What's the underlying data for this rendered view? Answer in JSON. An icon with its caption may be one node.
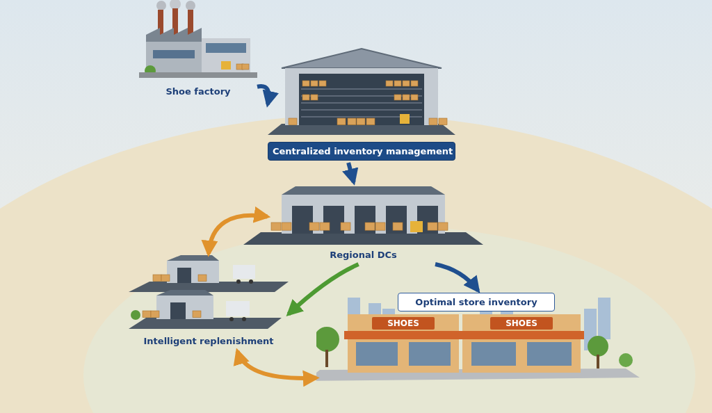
{
  "diagram": {
    "nodes": [
      {
        "text": [
          "Shoe factory"
        ]
      },
      {
        "text": [
          "Centralized inventory management"
        ]
      },
      {
        "text": [
          "Regional DCs"
        ]
      },
      {
        "text": [
          "Intelligent replenishment"
        ]
      },
      {
        "text": [
          "Optimal store inventory"
        ]
      }
    ],
    "edges": [
      {
        "from": 0,
        "to": 1,
        "arrow": "to"
      },
      {
        "from": 1,
        "to": 2,
        "arrow": "to"
      },
      {
        "from": 2,
        "to": 3,
        "arrow": "both",
        "color": "#e0922c"
      },
      {
        "from": 2,
        "to": 4,
        "arrow": "to"
      },
      {
        "from": 2,
        "to": 3,
        "arrow": "to",
        "color": "#4d9a32"
      },
      {
        "from": 3,
        "to": 4,
        "arrow": "both",
        "color": "#e0922c"
      }
    ],
    "labels": [
      "SHOES",
      "SHOES"
    ]
  }
}
